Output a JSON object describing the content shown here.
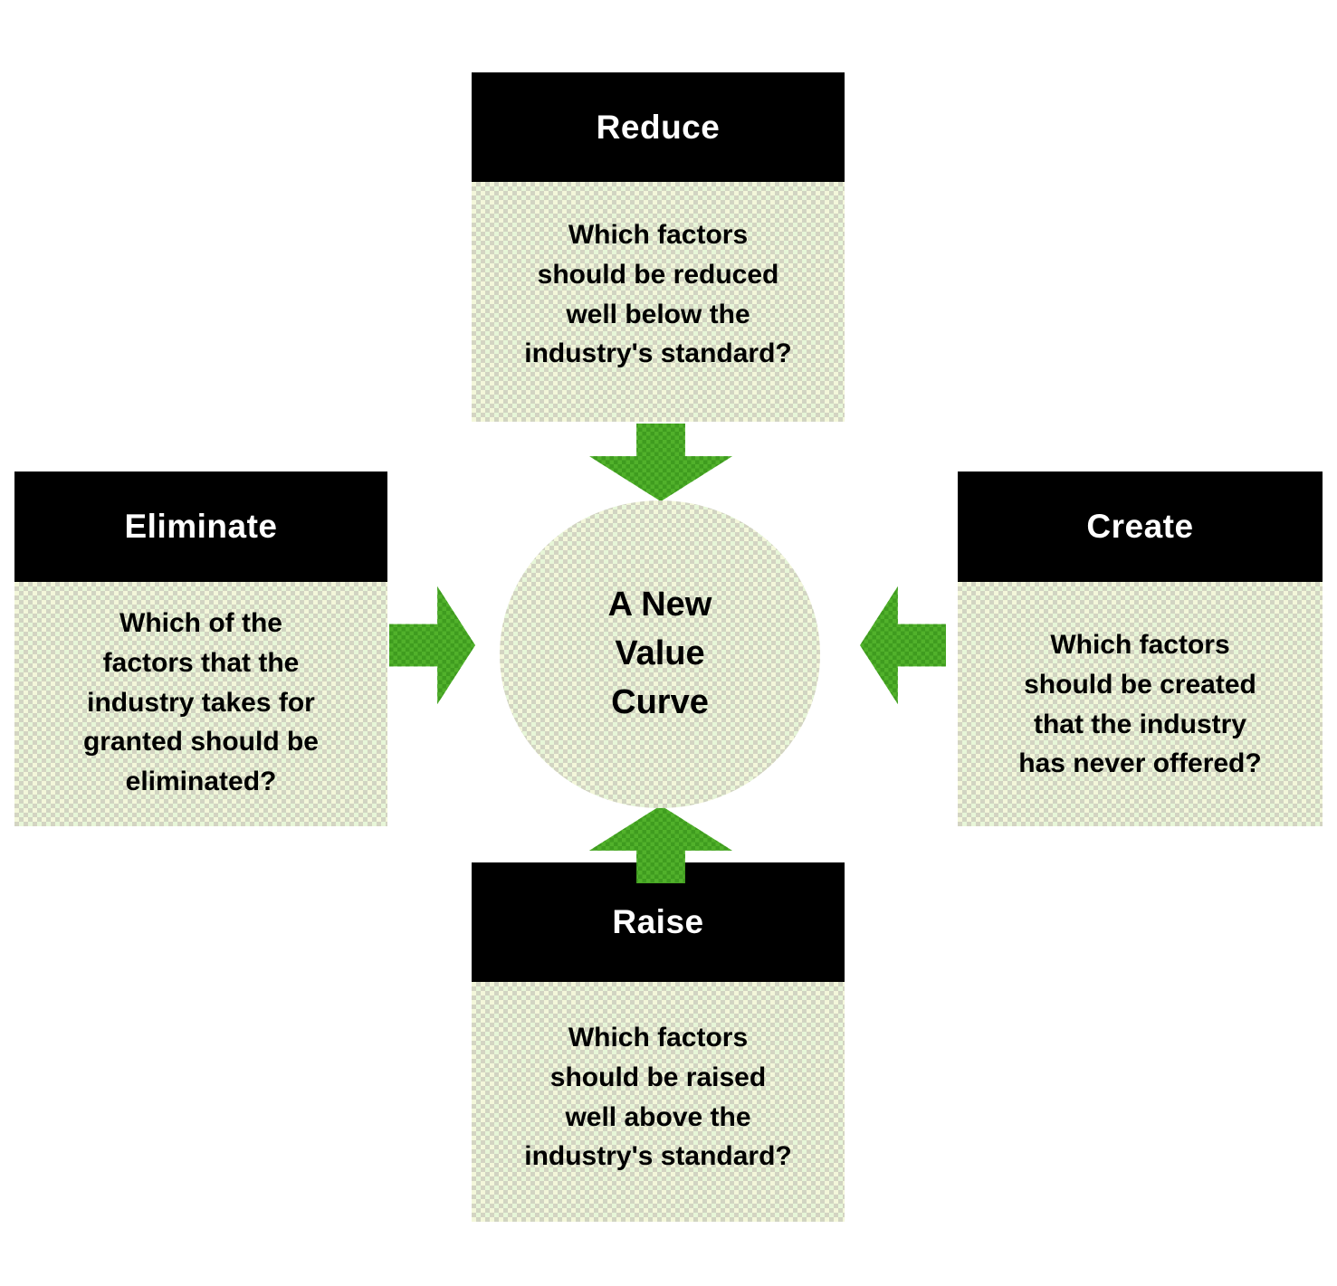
{
  "diagram": {
    "type": "four-actions-framework",
    "center": {
      "label": "A New\nValue\nCurve"
    },
    "quadrants": [
      {
        "id": "reduce",
        "position": "top",
        "title": "Reduce",
        "question": "Which factors\nshould be reduced\nwell below the\nindustry's standard?",
        "arrow": "arrow-down-icon"
      },
      {
        "id": "eliminate",
        "position": "left",
        "title": "Eliminate",
        "question": "Which of the\nfactors that the\nindustry takes for\ngranted should be\neliminated?",
        "arrow": "arrow-right-icon"
      },
      {
        "id": "create",
        "position": "right",
        "title": "Create",
        "question": "Which factors\nshould be created\nthat the industry\nhas never offered?",
        "arrow": "arrow-left-icon"
      },
      {
        "id": "raise",
        "position": "bottom",
        "title": "Raise",
        "question": "Which factors\nshould be raised\nwell above the\nindustry's standard?",
        "arrow": "arrow-up-icon"
      }
    ],
    "colors": {
      "header_background": "#000000",
      "header_text": "#ffffff",
      "panel_background": "#eef7dd",
      "panel_text": "#000000",
      "arrow_green": "#51b12b",
      "arrow_green_dark": "#3f9c1f",
      "page_background": "#ffffff"
    }
  }
}
